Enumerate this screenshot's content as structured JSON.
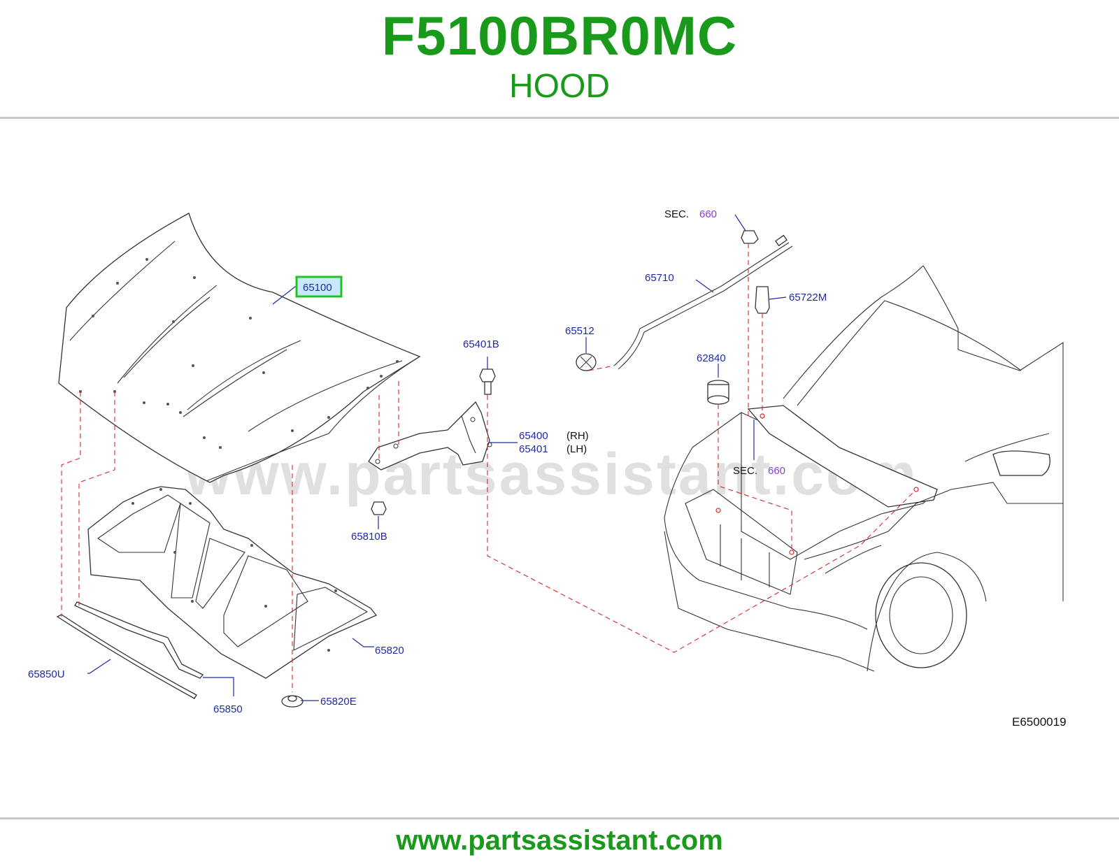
{
  "header": {
    "part_number": "F5100BR0MC",
    "part_name": "HOOD"
  },
  "watermark": "www.partsassistant.com",
  "footer": {
    "url": "www.partsassistant.com"
  },
  "diagram": {
    "code": "E6500019",
    "highlighted_part": "65100",
    "labels": {
      "p65100": "65100",
      "p65401B": "65401B",
      "p65400": "65400",
      "p65401": "65401",
      "rh": "(RH)",
      "lh": "(LH)",
      "p65810B": "65810B",
      "p65820": "65820",
      "p65820E": "65820E",
      "p65850U": "65850U",
      "p65850": "65850",
      "p65512": "65512",
      "p65710": "65710",
      "p65722M": "65722M",
      "p62840": "62840",
      "sec1": "SEC.",
      "sec1_num": "660",
      "sec2": "SEC.",
      "sec2_num": "660"
    }
  },
  "colors": {
    "brand_green": "#1a9a1a",
    "label_blue": "#1f2aa8",
    "section_purple": "#8a3fd1",
    "highlight_fill": "#c7e8ff",
    "highlight_border": "#22c422",
    "dash_red": "#d9262a"
  }
}
